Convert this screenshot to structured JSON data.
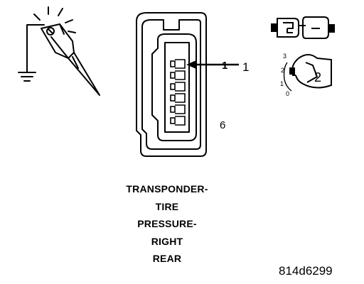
{
  "title_lines": [
    "TRANSPONDER-",
    "TIRE",
    "PRESSURE-",
    "RIGHT",
    "REAR"
  ],
  "figure_id": "814d6299",
  "callouts": {
    "pin_one": "1",
    "pin_one_right": "1",
    "pin_six": "6",
    "lock_position": "2",
    "scale_3": "3",
    "scale_2": "2",
    "scale_1": "1",
    "scale_0": "0"
  },
  "icons": {
    "probe": "test-probe-icon",
    "ground": "ground-icon",
    "connector": "connector-face-icon",
    "side_view": "connector-side-view-icon",
    "lock": "connector-lock-position-icon"
  },
  "colors": {
    "ink": "#000000",
    "background": "#ffffff"
  }
}
